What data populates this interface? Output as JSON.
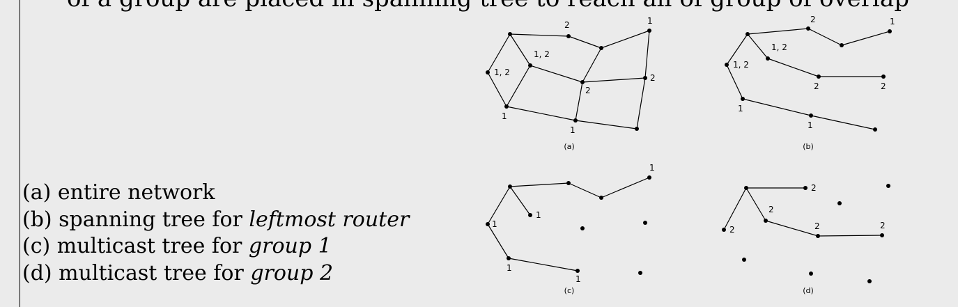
{
  "top_text": "of a group are placed in spanning tree to reach all of group of overlap",
  "legend": [
    {
      "text": "(a) entire network",
      "emph": ""
    },
    {
      "text": "(b) spanning tree for ",
      "emph": "leftmost router"
    },
    {
      "text": "(c) multicast tree for ",
      "emph": "group 1"
    },
    {
      "text": "(d) multicast tree for ",
      "emph": "group 2"
    }
  ],
  "panels": [
    {
      "caption": "(a)",
      "nodes": [
        {
          "id": "A",
          "label": ""
        },
        {
          "id": "B",
          "label": "2"
        },
        {
          "id": "C",
          "label": ""
        },
        {
          "id": "D",
          "label": "1"
        },
        {
          "id": "E",
          "label": "1, 2"
        },
        {
          "id": "F",
          "label": "1, 2"
        },
        {
          "id": "G",
          "label": "2"
        },
        {
          "id": "H",
          "label": "2"
        },
        {
          "id": "I",
          "label": "1"
        },
        {
          "id": "J",
          "label": "1"
        },
        {
          "id": "K",
          "label": ""
        }
      ],
      "edges": [
        [
          "A",
          "B"
        ],
        [
          "B",
          "C"
        ],
        [
          "C",
          "D"
        ],
        [
          "A",
          "E"
        ],
        [
          "A",
          "F"
        ],
        [
          "E",
          "I"
        ],
        [
          "F",
          "I"
        ],
        [
          "F",
          "G"
        ],
        [
          "G",
          "C"
        ],
        [
          "G",
          "H"
        ],
        [
          "H",
          "D"
        ],
        [
          "G",
          "J"
        ],
        [
          "I",
          "J"
        ],
        [
          "J",
          "K"
        ],
        [
          "K",
          "H"
        ]
      ]
    },
    {
      "caption": "(b)",
      "nodes": [
        {
          "id": "A",
          "label": ""
        },
        {
          "id": "B",
          "label": "2"
        },
        {
          "id": "C",
          "label": ""
        },
        {
          "id": "D",
          "label": "1"
        },
        {
          "id": "E",
          "label": "1, 2"
        },
        {
          "id": "F",
          "label": "1, 2"
        },
        {
          "id": "G",
          "label": "2"
        },
        {
          "id": "H",
          "label": "2"
        },
        {
          "id": "I",
          "label": "1"
        },
        {
          "id": "J",
          "label": "1"
        },
        {
          "id": "K",
          "label": ""
        }
      ],
      "edges": [
        [
          "A",
          "B"
        ],
        [
          "B",
          "C"
        ],
        [
          "C",
          "D"
        ],
        [
          "A",
          "E"
        ],
        [
          "A",
          "F"
        ],
        [
          "E",
          "I"
        ],
        [
          "F",
          "G"
        ],
        [
          "G",
          "H"
        ],
        [
          "I",
          "J"
        ],
        [
          "J",
          "K"
        ]
      ]
    },
    {
      "caption": "(c)",
      "nodes": [
        {
          "id": "A",
          "label": ""
        },
        {
          "id": "B",
          "label": ""
        },
        {
          "id": "C",
          "label": ""
        },
        {
          "id": "D",
          "label": "1"
        },
        {
          "id": "E",
          "label": "1"
        },
        {
          "id": "F",
          "label": "1"
        },
        {
          "id": "G",
          "label": ""
        },
        {
          "id": "H",
          "label": ""
        },
        {
          "id": "I",
          "label": "1"
        },
        {
          "id": "J",
          "label": "1"
        },
        {
          "id": "K",
          "label": ""
        }
      ],
      "edges": [
        [
          "A",
          "B"
        ],
        [
          "B",
          "C"
        ],
        [
          "C",
          "D"
        ],
        [
          "A",
          "E"
        ],
        [
          "A",
          "F"
        ],
        [
          "E",
          "I"
        ],
        [
          "I",
          "J"
        ]
      ]
    },
    {
      "caption": "(d)",
      "nodes": [
        {
          "id": "A",
          "label": ""
        },
        {
          "id": "B",
          "label": "2"
        },
        {
          "id": "C",
          "label": ""
        },
        {
          "id": "D",
          "label": ""
        },
        {
          "id": "E",
          "label": "2"
        },
        {
          "id": "F",
          "label": "2"
        },
        {
          "id": "G",
          "label": "2"
        },
        {
          "id": "H",
          "label": "2"
        },
        {
          "id": "I",
          "label": ""
        },
        {
          "id": "J",
          "label": ""
        },
        {
          "id": "K",
          "label": ""
        }
      ],
      "edges": [
        [
          "A",
          "B"
        ],
        [
          "A",
          "E"
        ],
        [
          "A",
          "F"
        ],
        [
          "F",
          "G"
        ],
        [
          "G",
          "H"
        ]
      ]
    }
  ]
}
